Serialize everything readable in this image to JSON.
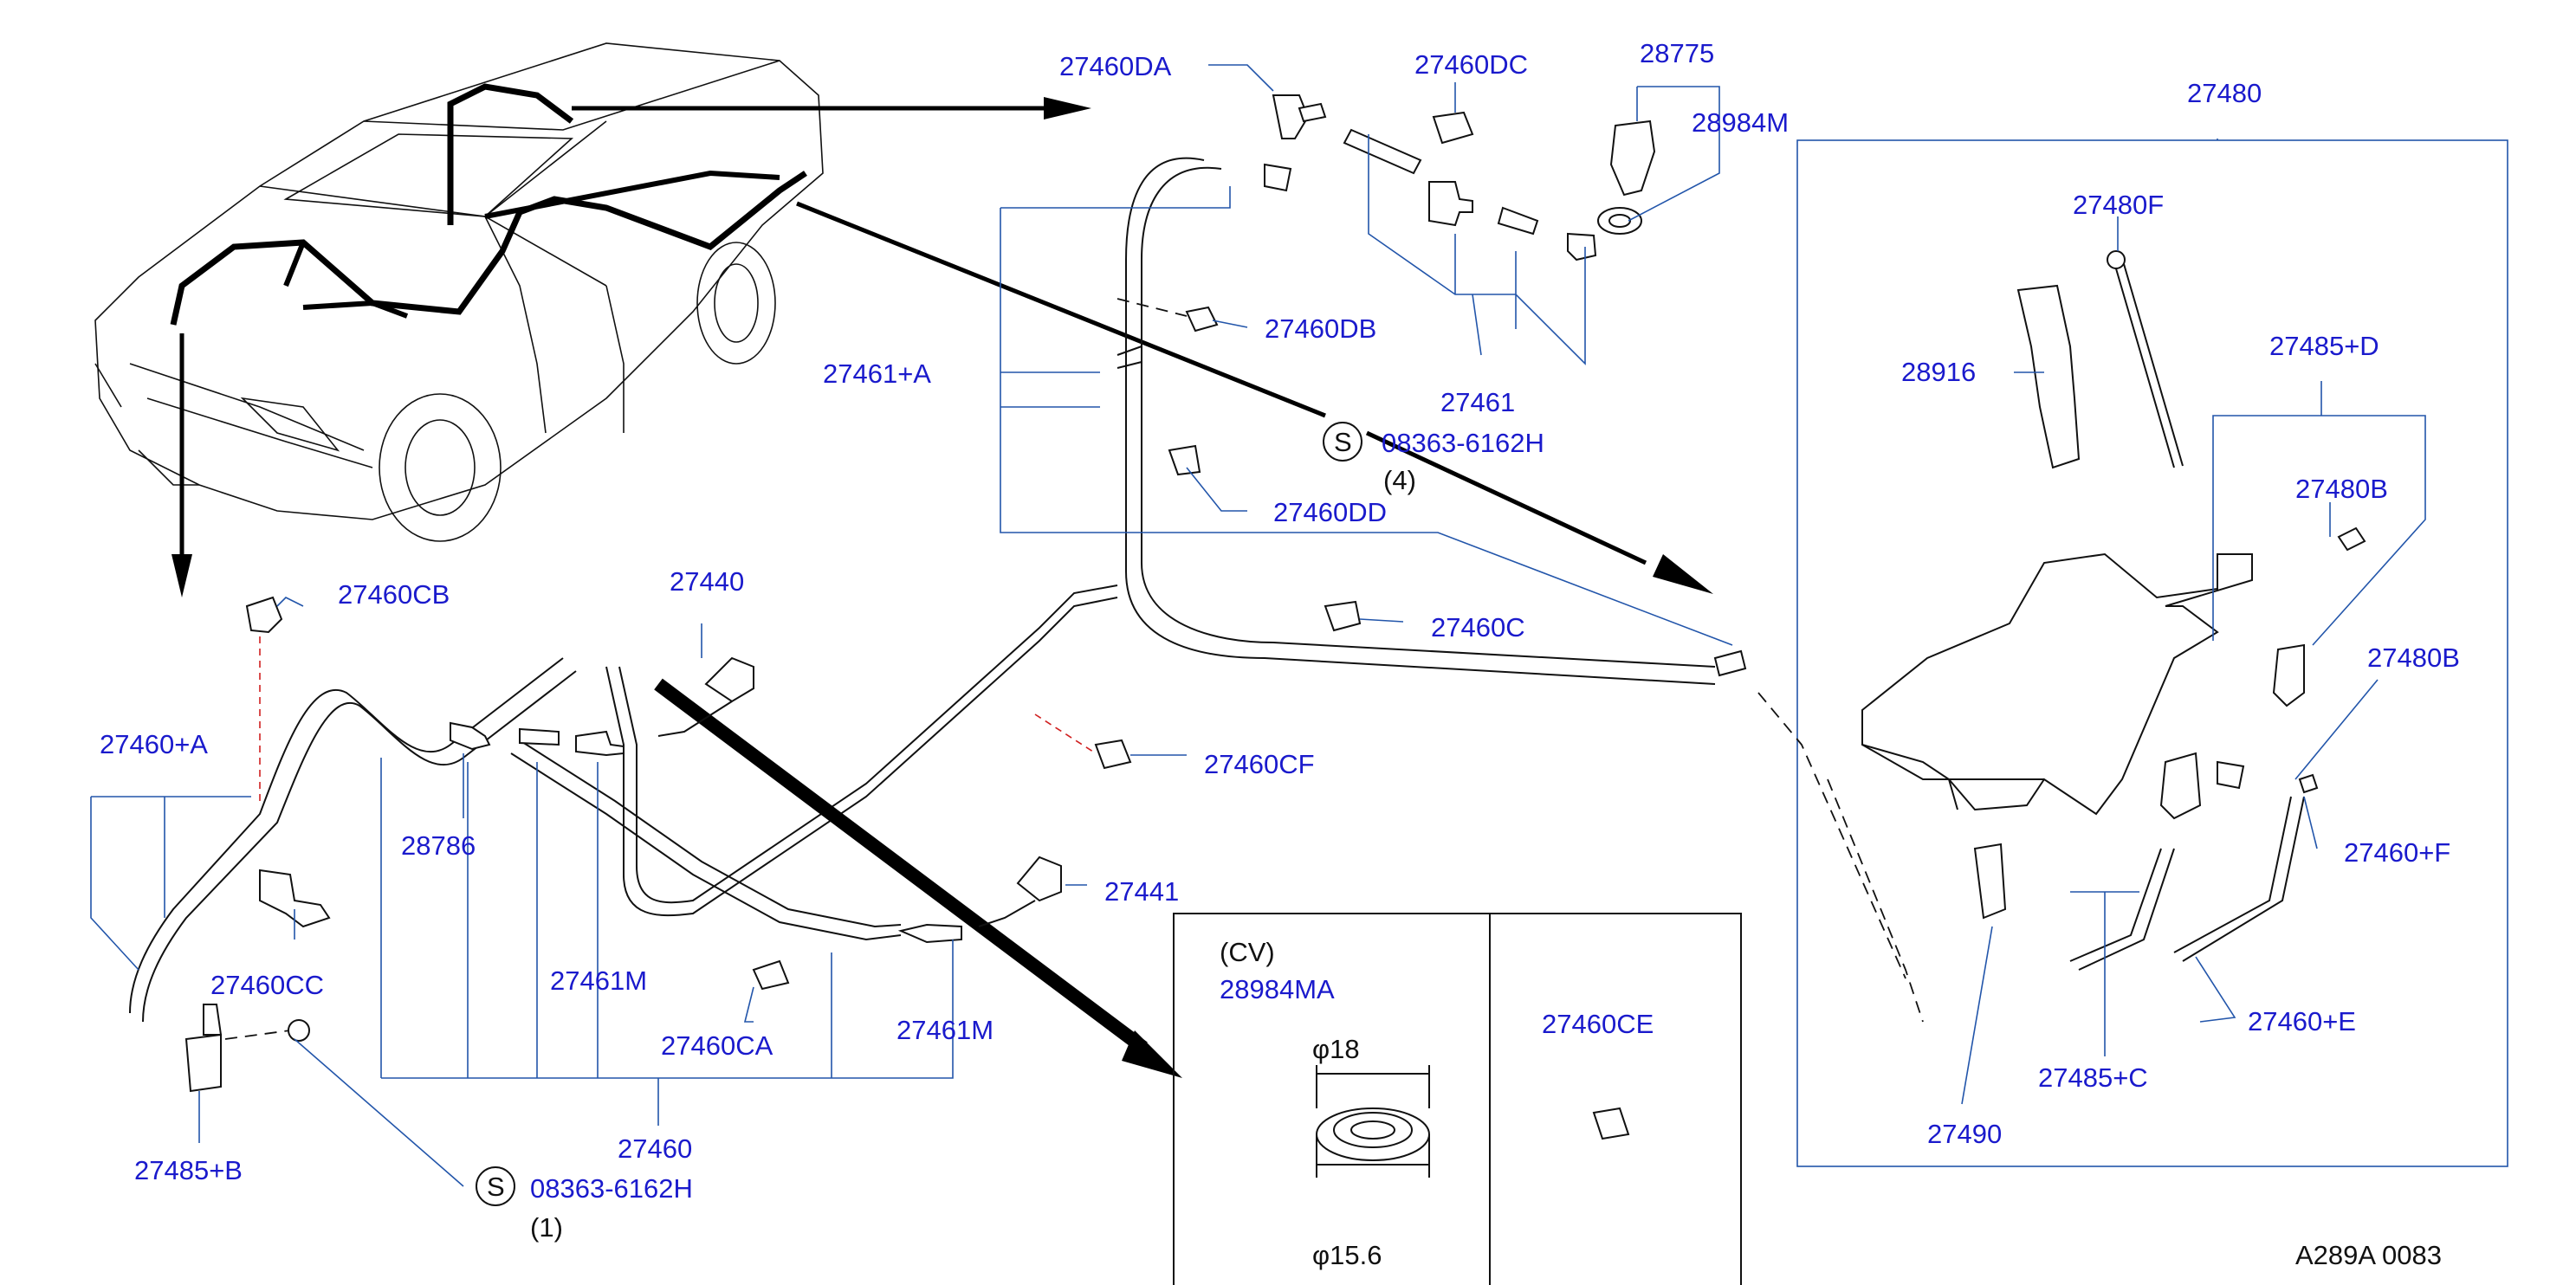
{
  "diagram": {
    "parts": {
      "p27460DA": "27460DA",
      "p27460DC": "27460DC",
      "p28775": "28775",
      "p28984M": "28984M",
      "p27480": "27480",
      "p27480F": "27480F",
      "p28916": "28916",
      "p27485D": "27485+D",
      "p27480B_1": "27480B",
      "p27480B_2": "27480B",
      "p27460F": "27460+F",
      "p27460E": "27460+E",
      "p27485C": "27485+C",
      "p27490": "27490",
      "p27460DB": "27460DB",
      "p27461top": "27461",
      "p27461A": "27461+A",
      "p08363_top": "08363-6162H",
      "qty4": "(4)",
      "p27460DD": "27460DD",
      "p27460C": "27460C",
      "p27460CF": "27460CF",
      "p27460CB": "27460CB",
      "p27440": "27440",
      "p27460A": "27460+A",
      "p28786": "28786",
      "p27460CC": "27460CC",
      "p27461M_1": "27461M",
      "p27461M_2": "27461M",
      "p27441": "27441",
      "p27460CA": "27460CA",
      "p27460": "27460",
      "p27485B": "27485+B",
      "p08363_bot": "08363-6162H",
      "qty1": "(1)",
      "p27460CE": "27460CE"
    },
    "symbol_s": "S",
    "inset": {
      "cv": "(CV)",
      "part": "28984MA",
      "dim_outer": "φ18",
      "dim_inner": "φ15.6"
    },
    "figure_code": "A289A 0083"
  }
}
